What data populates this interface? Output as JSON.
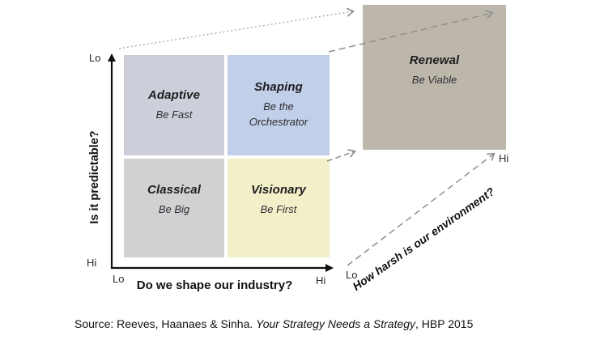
{
  "matrix": {
    "quadrants": [
      {
        "name": "Adaptive",
        "tagline": "Be Fast"
      },
      {
        "name": "Shaping",
        "tagline": "Be the Orchestrator"
      },
      {
        "name": "Classical",
        "tagline": "Be Big"
      },
      {
        "name": "Visionary",
        "tagline": "Be First"
      }
    ],
    "renewal": {
      "name": "Renewal",
      "tagline": "Be Viable"
    }
  },
  "axes": {
    "y": {
      "label": "Is it predictable?",
      "top_tick": "Lo",
      "bottom_tick": "Hi"
    },
    "x": {
      "label": "Do we shape our industry?",
      "left_tick": "Lo",
      "right_tick": "Hi"
    },
    "z": {
      "label": "How harsh is our environment?",
      "near_tick": "Lo",
      "far_tick": "Hi"
    }
  },
  "colors": {
    "adaptive_bg": "#cccfd9",
    "shaping_bg": "#c2cfe9",
    "classical_bg": "#d2d0d2",
    "visionary_bg": "#f2efc9",
    "renewal_bg": "#bdb7ab",
    "axis": "#111111",
    "connector_dashed": "#8f8f8f",
    "connector_dotted": "#a8a8a8"
  },
  "footer": {
    "prefix": "Source: Reeves, Haanaes & Sinha. ",
    "book_title": "Your Strategy Needs a Strategy",
    "suffix": ", HBP 2015"
  }
}
